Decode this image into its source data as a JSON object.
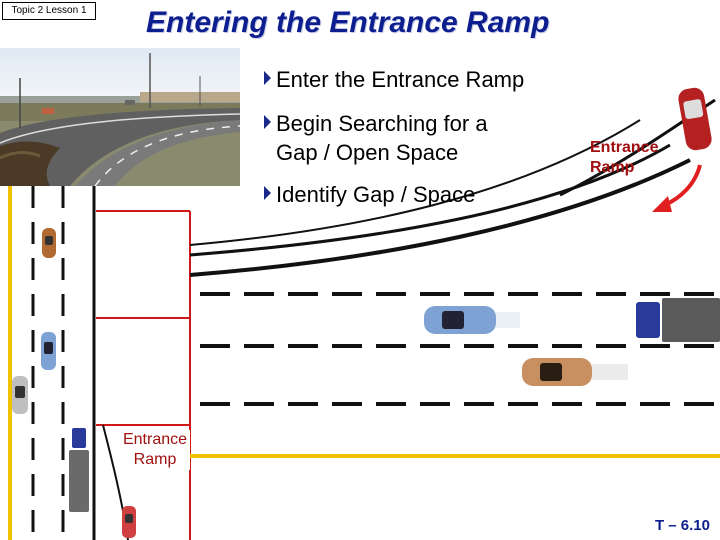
{
  "slide": {
    "tag": "Topic 2 Lesson 1",
    "title": "Entering the Entrance Ramp",
    "bullets": [
      {
        "line1": "Enter the Entrance Ramp",
        "line2": ""
      },
      {
        "line1": "Begin Searching for a",
        "line2": "Gap / Open Space"
      },
      {
        "line1": "Identify Gap / Space",
        "line2": ""
      }
    ],
    "ramp_label_top": {
      "line1": "Entrance",
      "line2": "Ramp"
    },
    "ramp_label_bottom": {
      "line1": "Entrance",
      "line2": "Ramp"
    },
    "slide_number": "T – 6.10"
  },
  "colors": {
    "title": "#0d1f8f",
    "ramp_label": "#a01010",
    "yellow_line": "#f2c200",
    "red_line": "#d01818",
    "arrow_red": "#e02020"
  },
  "icons": {
    "bullet": "triangle-right-icon",
    "car": "car-icon",
    "truck": "truck-icon"
  }
}
